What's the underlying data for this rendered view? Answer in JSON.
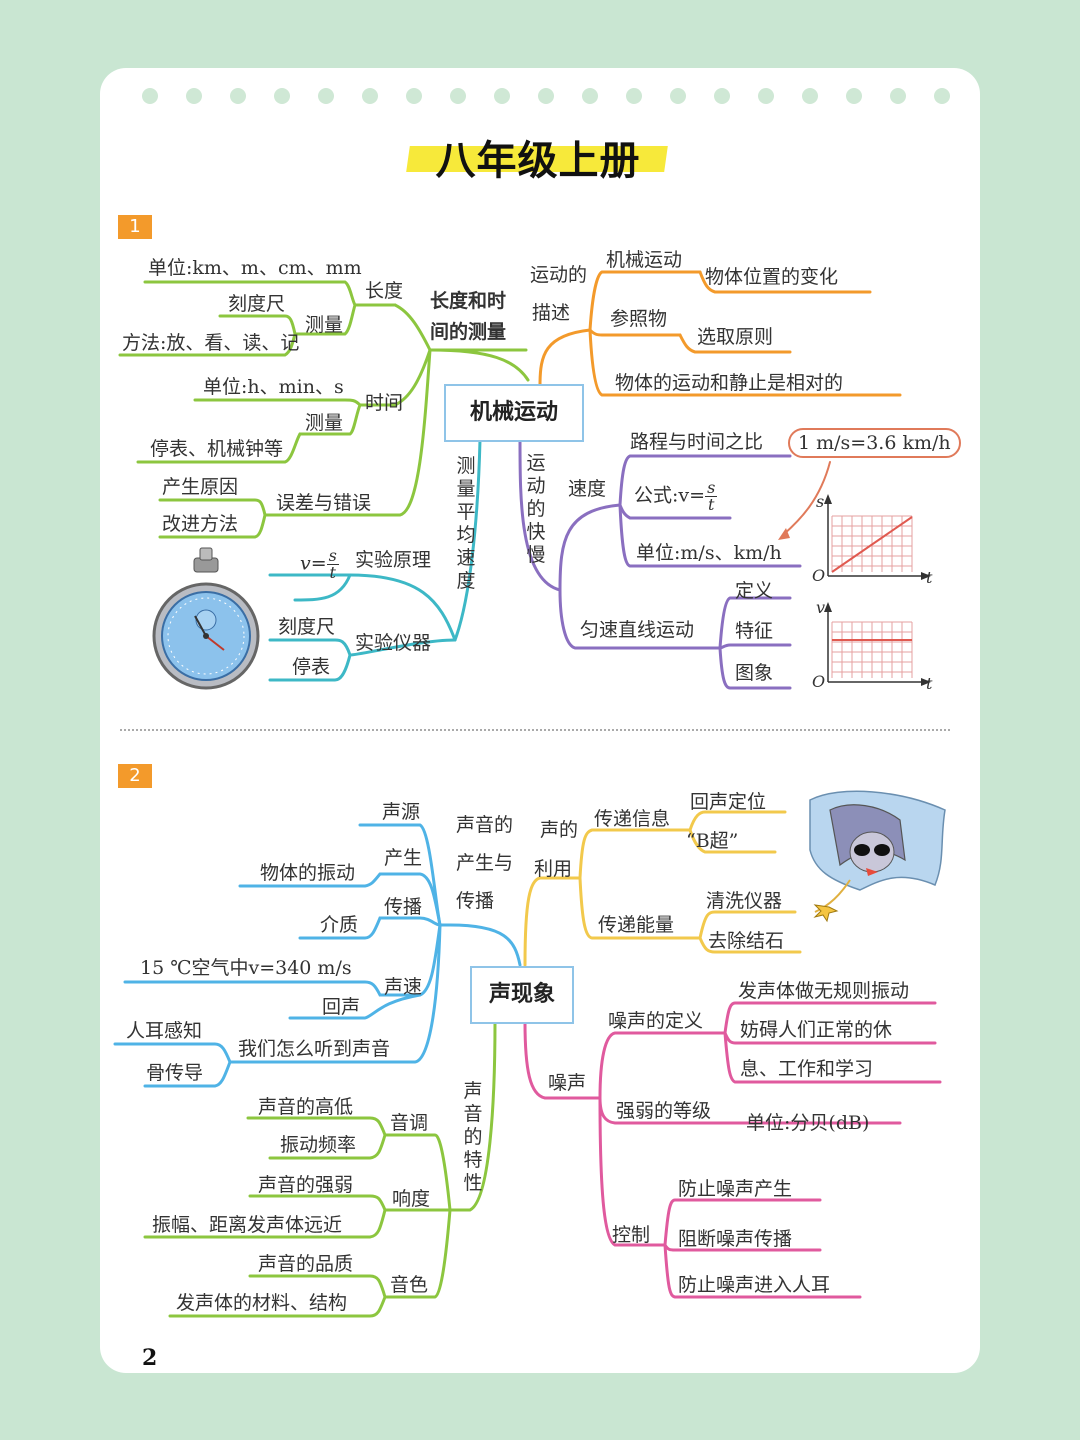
{
  "title": "八年级上册",
  "page_number": "2",
  "colors": {
    "green": "#8cc63f",
    "orange": "#f39a2b",
    "purple": "#8a6fc0",
    "teal": "#3db8c6",
    "blue": "#4fb3e6",
    "yellow": "#f2c94c",
    "pink": "#e05a9e",
    "center_border": "#8fc4e8"
  },
  "section1": {
    "badge": "1",
    "center": "机械运动",
    "length_time": {
      "label": "长度和时间的测量",
      "length": {
        "label": "长度",
        "unit": "单位:km、m、cm、mm",
        "measure": "测量",
        "tool": "刻度尺",
        "method": "方法:放、看、读、记"
      },
      "time": {
        "label": "时间",
        "unit": "单位:h、min、s",
        "measure": "测量",
        "tool": "停表、机械钟等"
      },
      "error": {
        "label": "误差与错误",
        "cause": "产生原因",
        "improve": "改进方法"
      }
    },
    "avg_speed": {
      "label": "测量平均速度",
      "principle": {
        "label": "实验原理",
        "formula_lhs": "v=",
        "num": "s",
        "den": "t"
      },
      "instrument": {
        "label": "实验仪器",
        "items": [
          "刻度尺",
          "停表"
        ]
      }
    },
    "motion_desc": {
      "label1": "运动的",
      "label2": "描述",
      "mech": {
        "label": "机械运动",
        "desc": "物体位置的变化"
      },
      "ref": {
        "label": "参照物",
        "desc": "选取原则"
      },
      "relative": "物体的运动和静止是相对的"
    },
    "motion_speed": {
      "label": "运动的快慢",
      "speed": {
        "label": "速度",
        "def": "路程与时间之比",
        "formula_lhs": "公式:v=",
        "num": "s",
        "den": "t",
        "unit": "单位:m/s、km/h",
        "conversion": "1 m/s=3.6 km/h"
      },
      "uniform": {
        "label": "匀速直线运动",
        "items": [
          "定义",
          "特征",
          "图象"
        ]
      }
    },
    "graph1": {
      "y": "s",
      "x": "t",
      "origin": "O"
    },
    "graph2": {
      "y": "v",
      "x": "t",
      "origin": "O"
    }
  },
  "section2": {
    "badge": "2",
    "center": "声现象",
    "production": {
      "label1": "声音的",
      "label2": "产生与",
      "label3": "传播",
      "source": "声源",
      "produce": {
        "label": "产生",
        "desc": "物体的振动"
      },
      "propagate": {
        "label": "传播",
        "desc": "介质"
      },
      "speed": {
        "label": "声速",
        "desc": "15 ℃空气中v=340 m/s",
        "echo": "回声"
      },
      "hear": {
        "label": "我们怎么听到声音",
        "items": [
          "人耳感知",
          "骨传导"
        ]
      }
    },
    "use": {
      "label1": "声的",
      "label2": "利用",
      "info": {
        "label": "传递信息",
        "items": [
          "回声定位",
          "“B超”"
        ]
      },
      "energy": {
        "label": "传递能量",
        "items": [
          "清洗仪器",
          "去除结石"
        ]
      }
    },
    "properties": {
      "label": "声音的特性",
      "pitch": {
        "label": "音调",
        "items": [
          "声音的高低",
          "振动频率"
        ]
      },
      "loudness": {
        "label": "响度",
        "items": [
          "声音的强弱",
          "振幅、距离发声体远近"
        ]
      },
      "timbre": {
        "label": "音色",
        "items": [
          "声音的品质",
          "发声体的材料、结构"
        ]
      }
    },
    "noise": {
      "label": "噪声",
      "def": {
        "label": "噪声的定义",
        "items": [
          "发声体做无规则振动",
          "妨碍人们正常的休",
          "息、工作和学习"
        ]
      },
      "level": {
        "label": "强弱的等级",
        "unit": "单位:分贝(dB)"
      },
      "control": {
        "label": "控制",
        "items": [
          "防止噪声产生",
          "阻断噪声传播",
          "防止噪声进入人耳"
        ]
      }
    }
  }
}
